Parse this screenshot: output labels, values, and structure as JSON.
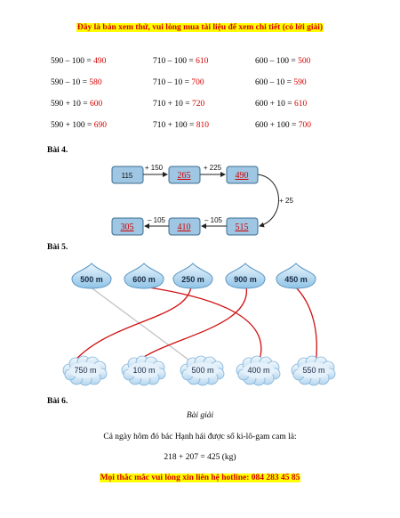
{
  "header": {
    "banner": "Đây là bản xem thử, vui lòng mua tài liệu để xem chi tiết (có lời giải)"
  },
  "calc_rows": [
    [
      {
        "expr": "590 – 100 = ",
        "ans": "490"
      },
      {
        "expr": "710 – 100 = ",
        "ans": "610"
      },
      {
        "expr": "600 – 100 = ",
        "ans": "500"
      }
    ],
    [
      {
        "expr": "590 – 10 = ",
        "ans": "580"
      },
      {
        "expr": "710 – 10 = ",
        "ans": "700"
      },
      {
        "expr": "600 – 10 = ",
        "ans": "590"
      }
    ],
    [
      {
        "expr": "590 + 10 = ",
        "ans": "600"
      },
      {
        "expr": "710 + 10 = ",
        "ans": "720"
      },
      {
        "expr": "600 + 10 = ",
        "ans": "610"
      }
    ],
    [
      {
        "expr": "590 + 100 = ",
        "ans": "690"
      },
      {
        "expr": "710 + 100 = ",
        "ans": "810"
      },
      {
        "expr": "600 + 100 = ",
        "ans": "700"
      }
    ]
  ],
  "bai4": {
    "title": "Bài 4.",
    "start": "115",
    "ops": [
      "+ 150",
      "+ 225",
      "+ 25",
      "– 105",
      "– 105"
    ],
    "answers": [
      "265",
      "490",
      "515",
      "410",
      "305"
    ]
  },
  "bai5": {
    "title": "Bài 5.",
    "drops": [
      "500 m",
      "600 m",
      "250 m",
      "900 m",
      "450 m"
    ],
    "clouds": [
      "750 m",
      "100 m",
      "500 m",
      "400 m",
      "550 m"
    ]
  },
  "bai6": {
    "title": "Bài 6.",
    "heading": "Bài giải",
    "line1": "Cả ngày hôm đó bác Hạnh hái được số ki-lô-gam cam là:",
    "line2": "218 + 207 = 425 (kg)"
  },
  "footer": {
    "text": "Mọi thắc mắc vui lòng xin liên hệ hotline: 084 283 45 85"
  },
  "colors": {
    "answer_red": "#d40000",
    "box_fill": "#9fc6e2",
    "box_stroke": "#3c6e91",
    "line_red": "#d01010",
    "line_gray": "#bfbfbf"
  }
}
